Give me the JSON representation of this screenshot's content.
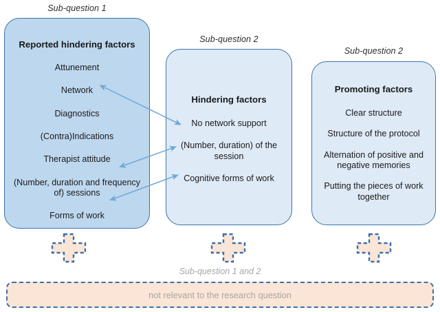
{
  "columns": [
    {
      "header": "Sub-question 1",
      "title": "Reported hindering factors",
      "items": [
        "Attunement",
        "Network",
        "Diagnostics",
        "(Contra)Indications",
        "Therapist attitude",
        "(Number, duration and frequency of) sessions",
        "Forms of work"
      ]
    },
    {
      "header": "Sub-question 2",
      "title": "Hindering factors",
      "items": [
        "No network support",
        "(Number, duration) of the session",
        "Cognitive forms of work"
      ]
    },
    {
      "header": "Sub-question 2",
      "title": "Promoting factors",
      "items": [
        "Clear structure",
        "Structure of the protocol",
        "Alternation of positive and negative memories",
        "Putting the pieces of work together"
      ]
    }
  ],
  "connectors": {
    "icon": "plus-icon",
    "count": 3,
    "fill_color": "#fbe5d6",
    "border_color": "#3a6fa8"
  },
  "bottom": {
    "label": "Sub-question 1 and 2",
    "text": "not relevant to the research question",
    "fill_color": "#fbe5d6",
    "border_color": "#3a6fa8",
    "text_color": "#a6a6a6"
  },
  "arrows": {
    "style": "double-headed",
    "color": "#6fa8d4",
    "links": [
      {
        "from": "Network",
        "to": "No network support"
      },
      {
        "from": "(Number, duration and frequency of) sessions",
        "to": "(Number, duration) of the session"
      },
      {
        "from": "Forms of work",
        "to": "Cognitive forms of work"
      }
    ]
  },
  "palette": {
    "box1_fill": "#bdd7ee",
    "box2_fill": "#deeaf6",
    "box3_fill": "#deeaf6",
    "box_border": "#3a74a8"
  }
}
